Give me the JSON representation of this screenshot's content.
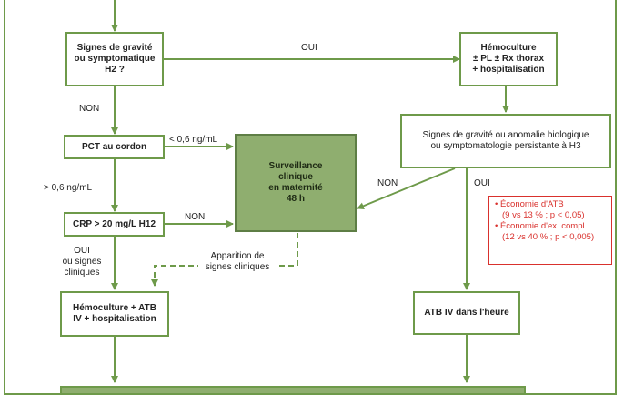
{
  "boxes": {
    "signes_gravite": [
      "Signes de gravité",
      "ou symptomatique",
      "H2 ?"
    ],
    "hemoculture_top": [
      "Hémoculture",
      "± PL ± Rx thorax",
      "+ hospitalisation"
    ],
    "signes_anomalie": [
      "Signes de gravité ou anomalie biologique",
      "ou symptomatologie persistante à H3"
    ],
    "pct": "PCT au cordon",
    "surveillance": [
      "Surveillance",
      "clinique",
      "en maternité",
      "48 h"
    ],
    "crp": "CRP > 20 mg/L H12",
    "hemoculture_atb": [
      "Hémoculture + ATB",
      "IV + hospitalisation"
    ],
    "atb_iv": "ATB IV dans l'heure"
  },
  "labels": {
    "oui_top": "OUI",
    "non_left": "NON",
    "lt_pct": "< 0,6 ng/mL",
    "gt_pct": "> 0,6 ng/mL",
    "non_crp": "NON",
    "non_right": "NON",
    "oui_right": "OUI",
    "oui_signes": [
      "OUI",
      "ou signes",
      "cliniques"
    ],
    "apparition": [
      "Apparition de",
      "signes cliniques"
    ]
  },
  "results": [
    "• Économie d'ATB",
    "(9 vs 13 % ; p < 0,05)",
    "• Économie d'ex. compl.",
    "(12 vs 40 % ; p < 0,005)"
  ],
  "colors": {
    "green": "#6e9a4a",
    "fill": "#8fae6f",
    "red": "#d9312d"
  }
}
